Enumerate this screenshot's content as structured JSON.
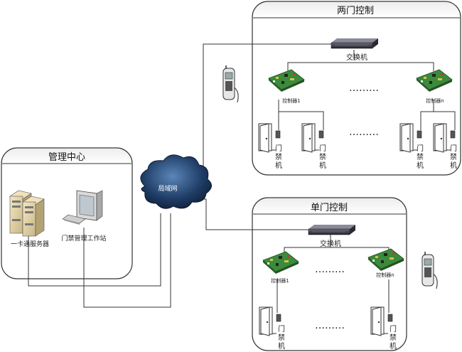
{
  "panels": {
    "management": {
      "title": "管理中心"
    },
    "two_door": {
      "title": "两门控制"
    },
    "single_door": {
      "title": "单门控制"
    }
  },
  "network": {
    "lan_label": "局域网"
  },
  "devices": {
    "server_label": "一卡通服务器",
    "workstation_label": "门禁管理工作站",
    "switch_label": "交换机",
    "controller_first_label": "控制器1",
    "controller_last_label": "控制器n",
    "door_unit_label": [
      "门",
      "禁",
      "机"
    ],
    "ellipsis": "………"
  },
  "colors": {
    "cloud": "#1f3d66",
    "board": "#3c8a3c",
    "switch": "#3a3a48",
    "door": "#ffffff"
  }
}
